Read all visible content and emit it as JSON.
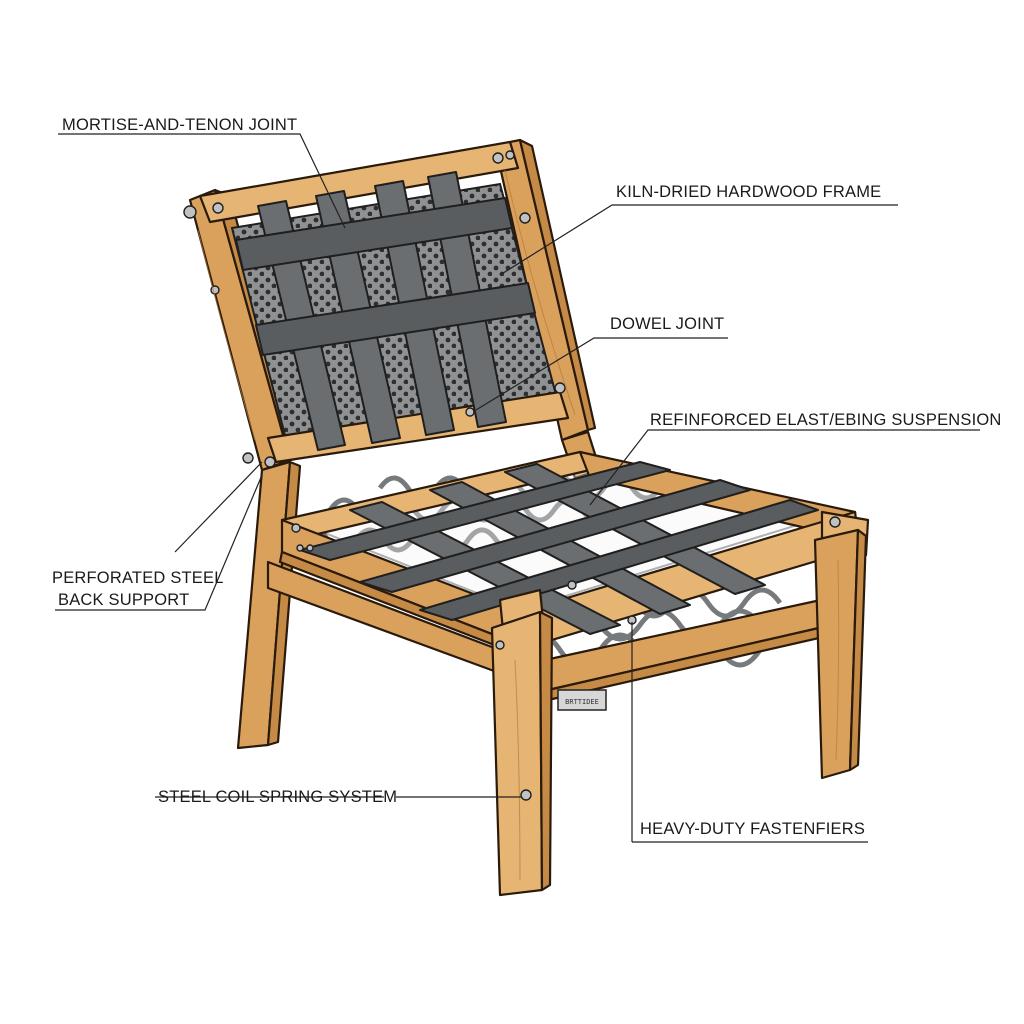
{
  "labels": {
    "mortise": "MORTISE-AND-TENON JOINT",
    "kiln": "KILN-DRIED HARDWOOD FRAME",
    "dowel": "DOWEL JOINT",
    "webbing": "REFINFORCED ELAST/EBING SUSPENSION",
    "perforated_line1": "PERFORATED STEEL",
    "perforated_line2": "BACK SUPPORT",
    "coil": "STEEL COIL SPRING SYSTEM",
    "fasteners": "HEAVY-DUTY FASTENFIERS",
    "plate": "BRTTIDEE"
  },
  "colors": {
    "wood": "#d9a15c",
    "strap": "#6b6e70",
    "steel": "#8f9193",
    "outline": "#2a1a0c"
  }
}
